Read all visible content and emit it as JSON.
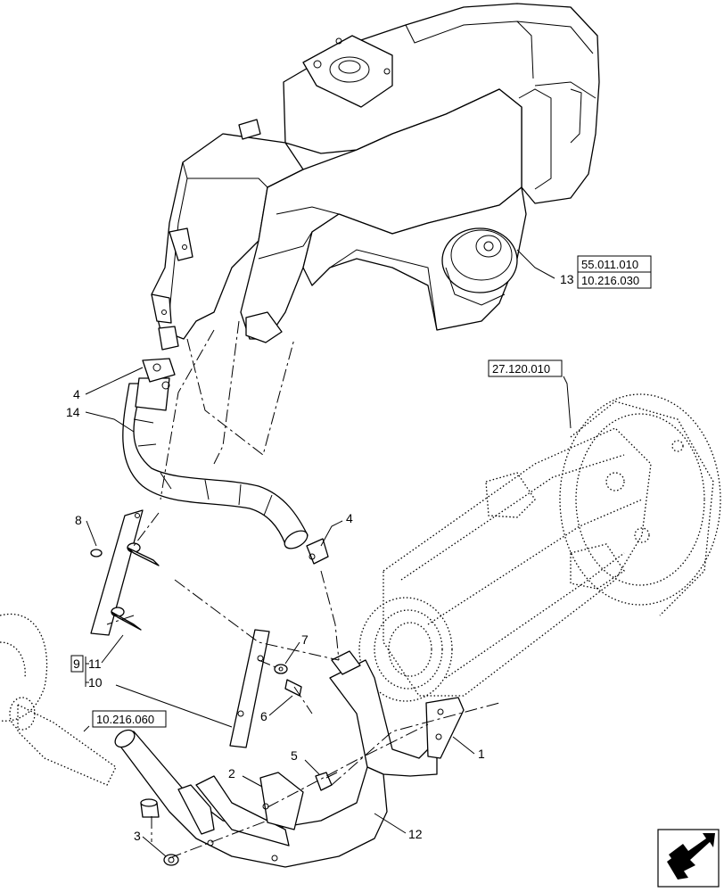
{
  "callouts": [
    {
      "id": "c1",
      "label": "1"
    },
    {
      "id": "c2",
      "label": "2"
    },
    {
      "id": "c3",
      "label": "3"
    },
    {
      "id": "c4a",
      "label": "4"
    },
    {
      "id": "c4b",
      "label": "4"
    },
    {
      "id": "c5",
      "label": "5"
    },
    {
      "id": "c6",
      "label": "6"
    },
    {
      "id": "c7",
      "label": "7"
    },
    {
      "id": "c8",
      "label": "8"
    },
    {
      "id": "c9",
      "label": "9"
    },
    {
      "id": "c10",
      "label": "10"
    },
    {
      "id": "c11",
      "label": "11"
    },
    {
      "id": "c12",
      "label": "12"
    },
    {
      "id": "c13",
      "label": "13"
    },
    {
      "id": "c14",
      "label": "14"
    }
  ],
  "references": {
    "ref_55011010": "55.011.010",
    "ref_10216030": "10.216.030",
    "ref_27120010": "27.120.010",
    "ref_10216060": "10.216.060"
  },
  "nav_icon": "return-arrow-icon"
}
